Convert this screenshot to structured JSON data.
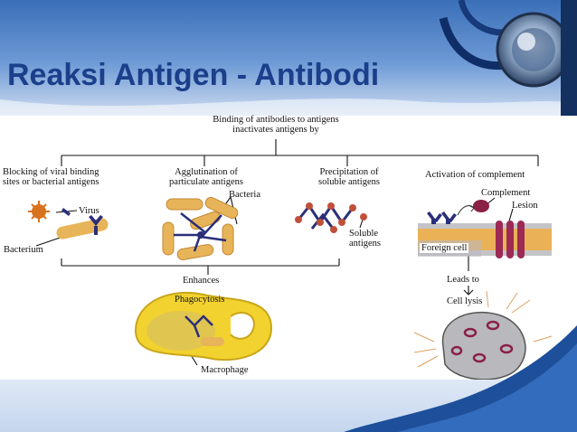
{
  "slide": {
    "title": "Reaksi Antigen - Antibodi"
  },
  "diagram": {
    "root_line1": "Binding of antibodies to antigens",
    "root_line2": "inactivates antigens by",
    "branches": [
      {
        "line1": "Blocking of viral binding",
        "line2": "sites or bacterial antigens"
      },
      {
        "line1": "Agglutination of",
        "line2": "particulate antigens"
      },
      {
        "line1": "Precipitation of",
        "line2": "soluble antigens"
      },
      {
        "line1": "Activation of complement",
        "line2": ""
      }
    ],
    "labels": {
      "virus": "Virus",
      "bacterium": "Bacterium",
      "bacteria": "Bacteria",
      "soluble_line1": "Soluble",
      "soluble_line2": "antigens",
      "complement": "Complement",
      "lesion": "Lesion",
      "foreign_cell": "Foreign cell",
      "enhances": "Enhances",
      "phagocytosis": "Phagocytosis",
      "macrophage": "Macrophage",
      "leads_to": "Leads to",
      "cell_lysis": "Cell lysis"
    },
    "colors": {
      "antibody": "#2b2f7a",
      "bacteria": "#e8b45a",
      "virus": "#d9721c",
      "antigen": "#c0503a",
      "macrophage": "#f2d22e",
      "membrane": "#e7a33a",
      "pore": "#9c2a55",
      "complement": "#8a2044",
      "lysis_cell": "#b8b8bd"
    }
  }
}
